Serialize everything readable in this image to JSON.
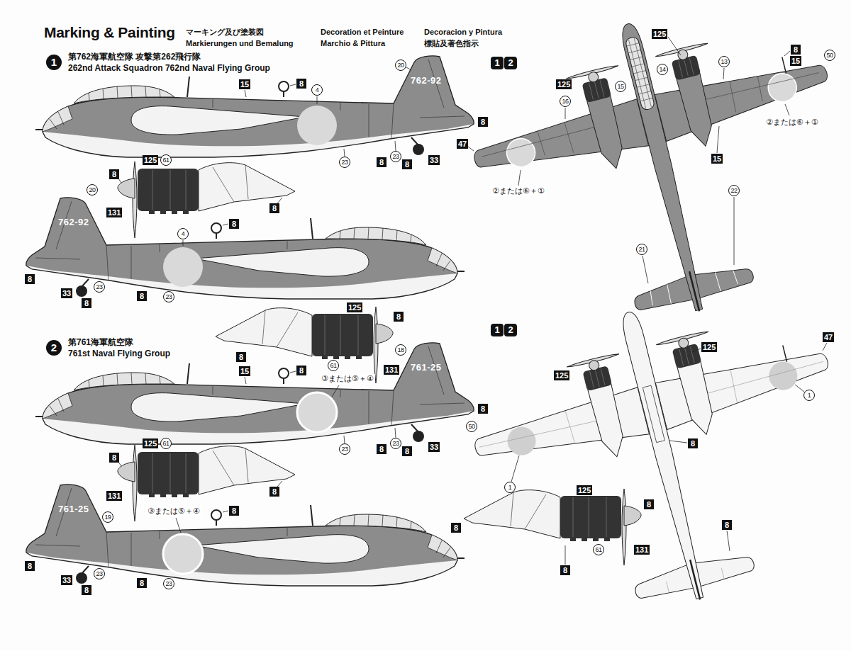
{
  "diagram": {
    "title": "Marking & Painting",
    "labels": [
      "マーキング及び塗装図",
      "Markierungen und Bemalung",
      "Decoration et Peinture",
      "Marchio & Pittura",
      "Decoracion y Pintura",
      "標貼及著色指示",
      "1",
      "第762海軍航空隊 攻撃第262飛行隊",
      "262nd Attack Squadron 762nd Naval Flying Group",
      "762-92",
      "20",
      "15",
      "8",
      "4",
      "8",
      "23",
      "8",
      "23",
      "8",
      "33",
      "125",
      "61",
      "8",
      "8",
      "131",
      "20",
      "762-92",
      "8",
      "4",
      "8",
      "33",
      "23",
      "8",
      "8",
      "23",
      "125",
      "8",
      "8",
      "131",
      "61",
      "2",
      "第761海軍航空隊",
      "761st Naval Flying Group",
      "15",
      "8",
      "③または⑤＋④",
      "18",
      "761-25",
      "8",
      "23",
      "8",
      "23",
      "8",
      "33",
      "125",
      "61",
      "8",
      "8",
      "131",
      "761-25",
      "19",
      "③または⑤＋④",
      "8",
      "8",
      "33",
      "23",
      "8",
      "8",
      "23",
      "1",
      "2",
      "125",
      "8",
      "15",
      "50",
      "13",
      "14",
      "125",
      "15",
      "16",
      "②または⑥＋①",
      "47",
      "15",
      "②または⑥＋①",
      "22",
      "21",
      "1",
      "2",
      "125",
      "47",
      "125",
      "1",
      "50",
      "8",
      "1",
      "125",
      "8",
      "8",
      "8",
      "131",
      "61",
      "8"
    ]
  }
}
